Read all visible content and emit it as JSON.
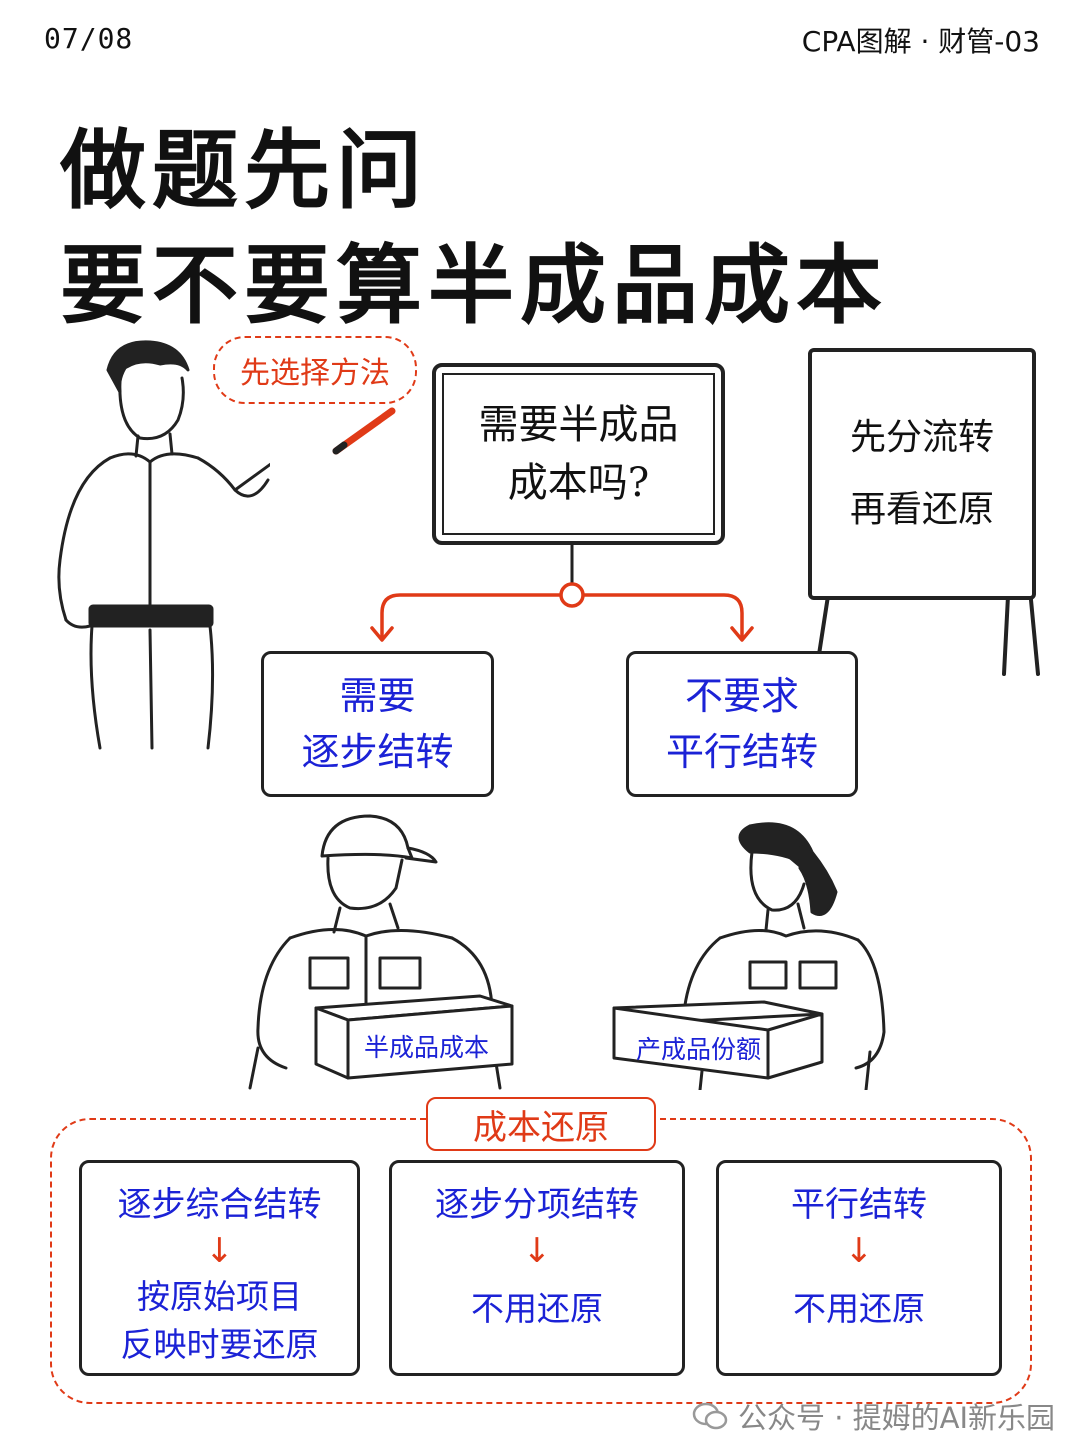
{
  "header": {
    "page": "07/08",
    "series": "CPA图解 · 财管-03"
  },
  "title": {
    "line1": "做题先问",
    "line2": "要不要算半成品成本"
  },
  "teacher_tag": "先选择方法",
  "question": {
    "line1": "需要半成品",
    "line2": "成本吗?"
  },
  "board": {
    "line1": "先分流转",
    "line2": "再看还原"
  },
  "branches": [
    {
      "line1": "需要",
      "line2": "逐步结转"
    },
    {
      "line1": "不要求",
      "line2": "平行结转"
    }
  ],
  "carton_labels": {
    "left": "半成品成本",
    "right": "产成品份额"
  },
  "restore": {
    "title": "成本还原",
    "items": [
      {
        "head": "逐步综合结转",
        "arrow": "↓",
        "result1": "按原始项目",
        "result2": "反映时要还原"
      },
      {
        "head": "逐步分项结转",
        "arrow": "↓",
        "result1": "不用还原",
        "result2": ""
      },
      {
        "head": "平行结转",
        "arrow": "↓",
        "result1": "不用还原",
        "result2": ""
      }
    ]
  },
  "watermark": "公众号 · 提姆的AI新乐园",
  "colors": {
    "accent": "#e03a17",
    "blue_text": "#1b22d6",
    "ink": "#222222"
  }
}
